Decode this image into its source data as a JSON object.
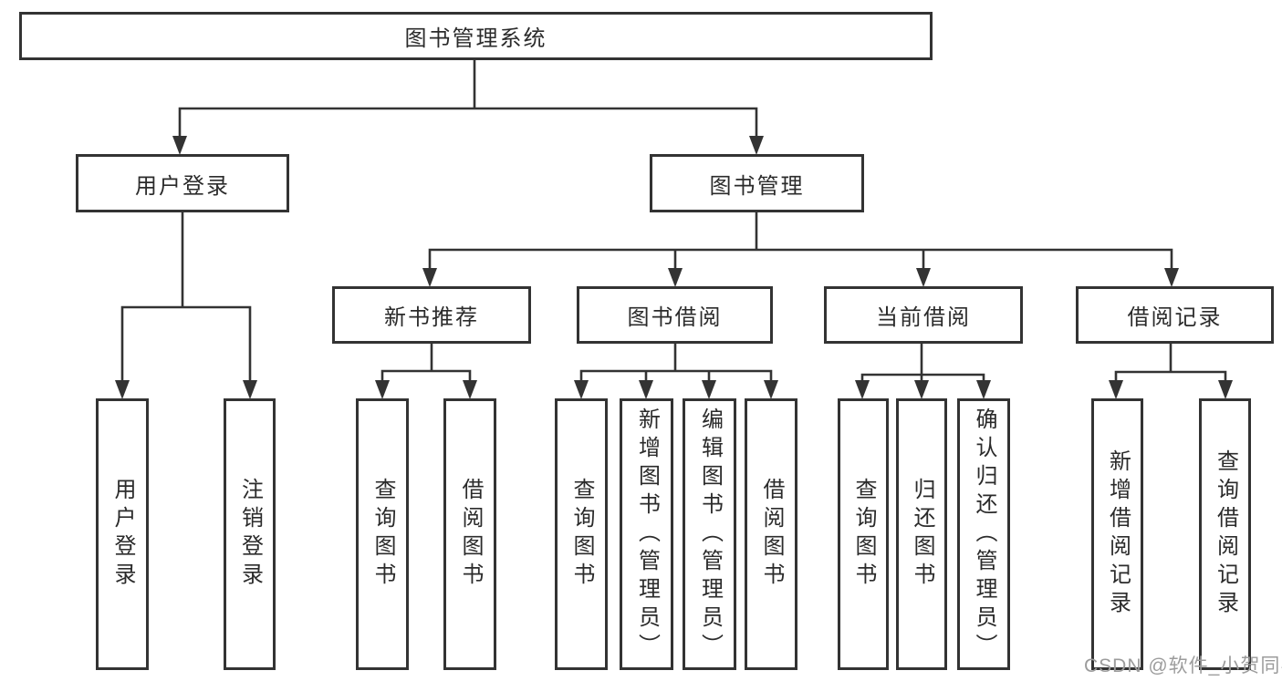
{
  "diagram": {
    "root": {
      "label": "图书管理系统"
    },
    "branches": [
      {
        "label": "用户登录",
        "children": [
          {
            "label": "用户登录"
          },
          {
            "label": "注销登录"
          }
        ]
      },
      {
        "label": "图书管理",
        "children": [
          {
            "label": "新书推荐",
            "children": [
              {
                "label": "查询图书"
              },
              {
                "label": "借阅图书"
              }
            ]
          },
          {
            "label": "图书借阅",
            "children": [
              {
                "label": "查询图书"
              },
              {
                "label": "新增图书（管理员）"
              },
              {
                "label": "编辑图书（管理员）"
              },
              {
                "label": "借阅图书"
              }
            ]
          },
          {
            "label": "当前借阅",
            "children": [
              {
                "label": "查询图书"
              },
              {
                "label": "归还图书"
              },
              {
                "label": "确认归还（管理员）"
              }
            ]
          },
          {
            "label": "借阅记录",
            "children": [
              {
                "label": "新增借阅记录"
              },
              {
                "label": "查询借阅记录"
              }
            ]
          }
        ]
      }
    ],
    "watermark": {
      "text": "CSDN @软件_小贺同学",
      "color": "#9c9c9c"
    },
    "colors": {
      "background": "#ffffff",
      "line": "#333333",
      "box_border": "#333333",
      "text": "#2b2b2b"
    }
  }
}
